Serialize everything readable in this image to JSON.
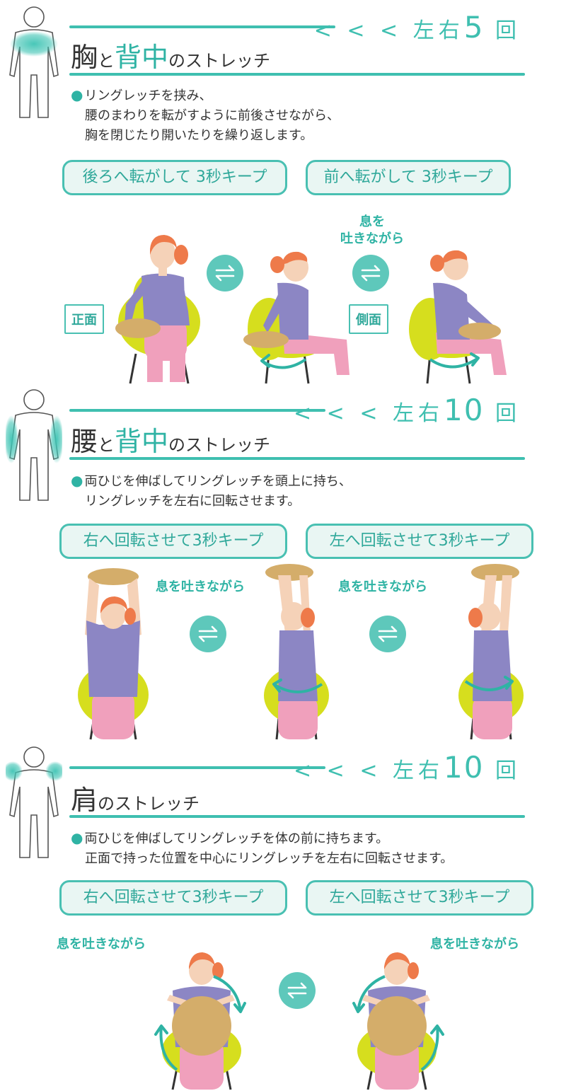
{
  "section1": {
    "reps_prefix": "< < < 左右",
    "reps_num": "5",
    "reps_suffix": "回",
    "title_a": "胸",
    "title_b": "と",
    "title_c": "背中",
    "title_d": "のストレッチ",
    "desc_l1": "リングレッチを挟み、",
    "desc_l2": "腰のまわりを転がすように前後させながら、",
    "desc_l3": "胸を閉じたり開いたりを繰り返します。",
    "pill_left": "後ろへ転がして 3秒キープ",
    "pill_right": "前へ転がして 3秒キープ",
    "breath_l1": "息を",
    "breath_l2": "吐きながら",
    "tag_front": "正面",
    "tag_side": "側面"
  },
  "section2": {
    "reps_prefix": "< < < 左右",
    "reps_num": "10",
    "reps_suffix": "回",
    "title_a": "腰",
    "title_b": "と",
    "title_c": "背中",
    "title_d": "のストレッチ",
    "desc_l1": "両ひじを伸ばしてリングレッチを頭上に持ち、",
    "desc_l2": "リングレッチを左右に回転させます。",
    "pill_left": "右へ回転させて3秒キープ",
    "pill_right": "左へ回転させて3秒キープ",
    "breath_a": "息を吐きながら",
    "breath_b": "息を吐きながら"
  },
  "section3": {
    "reps_prefix": "< < < 左右",
    "reps_num": "10",
    "reps_suffix": "回",
    "title_a": "肩",
    "title_d": "のストレッチ",
    "desc_l1": "両ひじを伸ばしてリングレッチを体の前に持ちます。",
    "desc_l2": "正面で持った位置を中心にリングレッチを左右に回転させます。",
    "pill_left": "右へ回転させて3秒キープ",
    "pill_right": "左へ回転させて3秒キープ",
    "breath_a": "息を吐きながら",
    "breath_b": "息を吐きながら"
  },
  "colors": {
    "accent": "#3fbfb0",
    "pill_bg": "#e9f6f3",
    "chair": "#d6de1e",
    "shirt": "#8c86c4",
    "pants": "#f0a0bc",
    "cushion": "#d4ad6a",
    "hair": "#ee7a4a"
  },
  "icons": [
    "body-outline-icon",
    "swap-arrows-icon",
    "rotate-arrow-icon"
  ]
}
